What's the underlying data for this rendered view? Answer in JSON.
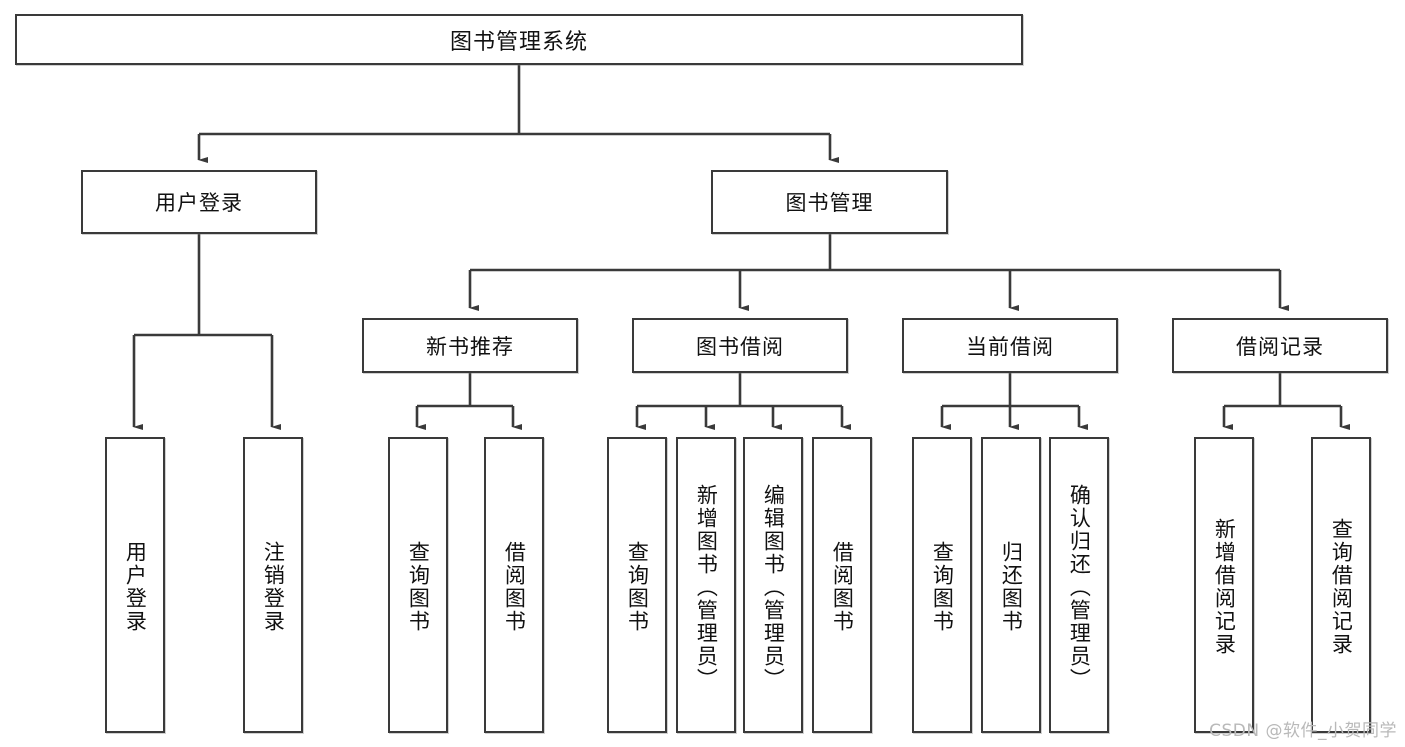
{
  "diagram": {
    "type": "tree",
    "title": "图书管理系统",
    "watermark": "CSDN @软件_小贺同学",
    "colors": {
      "box_border": "#3a3a3a",
      "box_fill": "#ffffff",
      "edge": "#3a3a3a",
      "text": "#111111",
      "watermark": "#b9b9b9"
    },
    "levels": {
      "root": {
        "label": "图书管理系统"
      },
      "level2": [
        {
          "label": "用户登录"
        },
        {
          "label": "图书管理"
        }
      ],
      "level3": [
        {
          "label": "新书推荐"
        },
        {
          "label": "图书借阅"
        },
        {
          "label": "当前借阅"
        },
        {
          "label": "借阅记录"
        }
      ],
      "leaves": [
        {
          "label": "用户登录",
          "parent": "用户登录"
        },
        {
          "label": "注销登录",
          "parent": "用户登录"
        },
        {
          "label": "查询图书",
          "parent": "新书推荐"
        },
        {
          "label": "借阅图书",
          "parent": "新书推荐"
        },
        {
          "label": "查询图书",
          "parent": "图书借阅"
        },
        {
          "label": "新增图书（管理员）",
          "parent": "图书借阅"
        },
        {
          "label": "编辑图书（管理员）",
          "parent": "图书借阅"
        },
        {
          "label": "借阅图书",
          "parent": "图书借阅"
        },
        {
          "label": "查询图书",
          "parent": "当前借阅"
        },
        {
          "label": "归还图书",
          "parent": "当前借阅"
        },
        {
          "label": "确认归还（管理员）",
          "parent": "当前借阅"
        },
        {
          "label": "新增借阅记录",
          "parent": "借阅记录"
        },
        {
          "label": "查询借阅记录",
          "parent": "借阅记录"
        }
      ]
    }
  }
}
